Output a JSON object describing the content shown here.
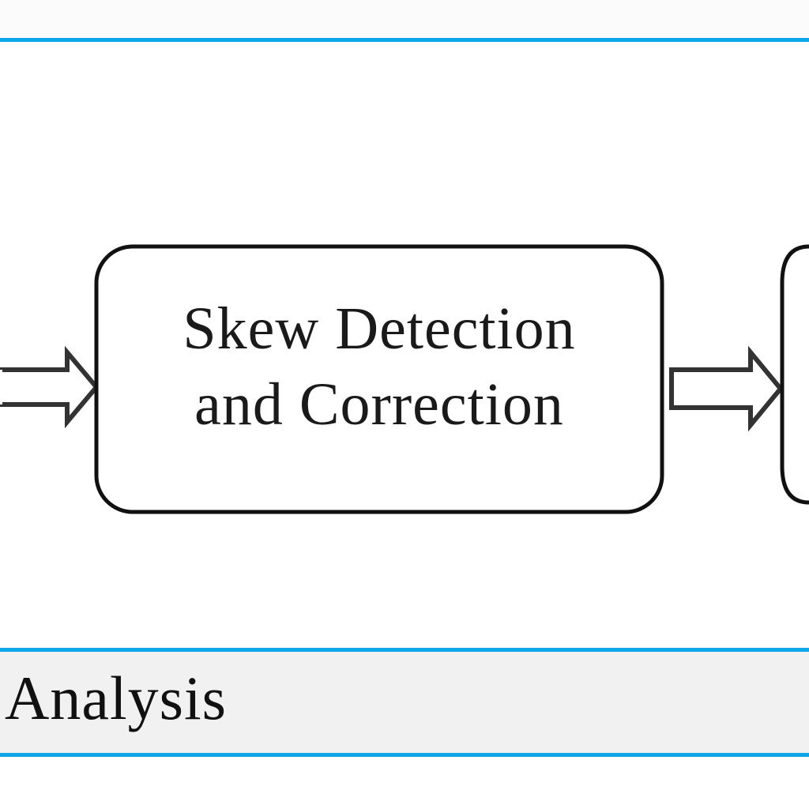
{
  "diagram": {
    "center_box": {
      "line1": "Skew Detection",
      "line2": "and Correction"
    }
  },
  "caption": {
    "text": "Analysis"
  },
  "colors": {
    "rule_lines": "#0ea5e9",
    "box_stroke": "#111111",
    "arrow_stroke": "#333333",
    "caption_background": "#f1f1f1"
  }
}
